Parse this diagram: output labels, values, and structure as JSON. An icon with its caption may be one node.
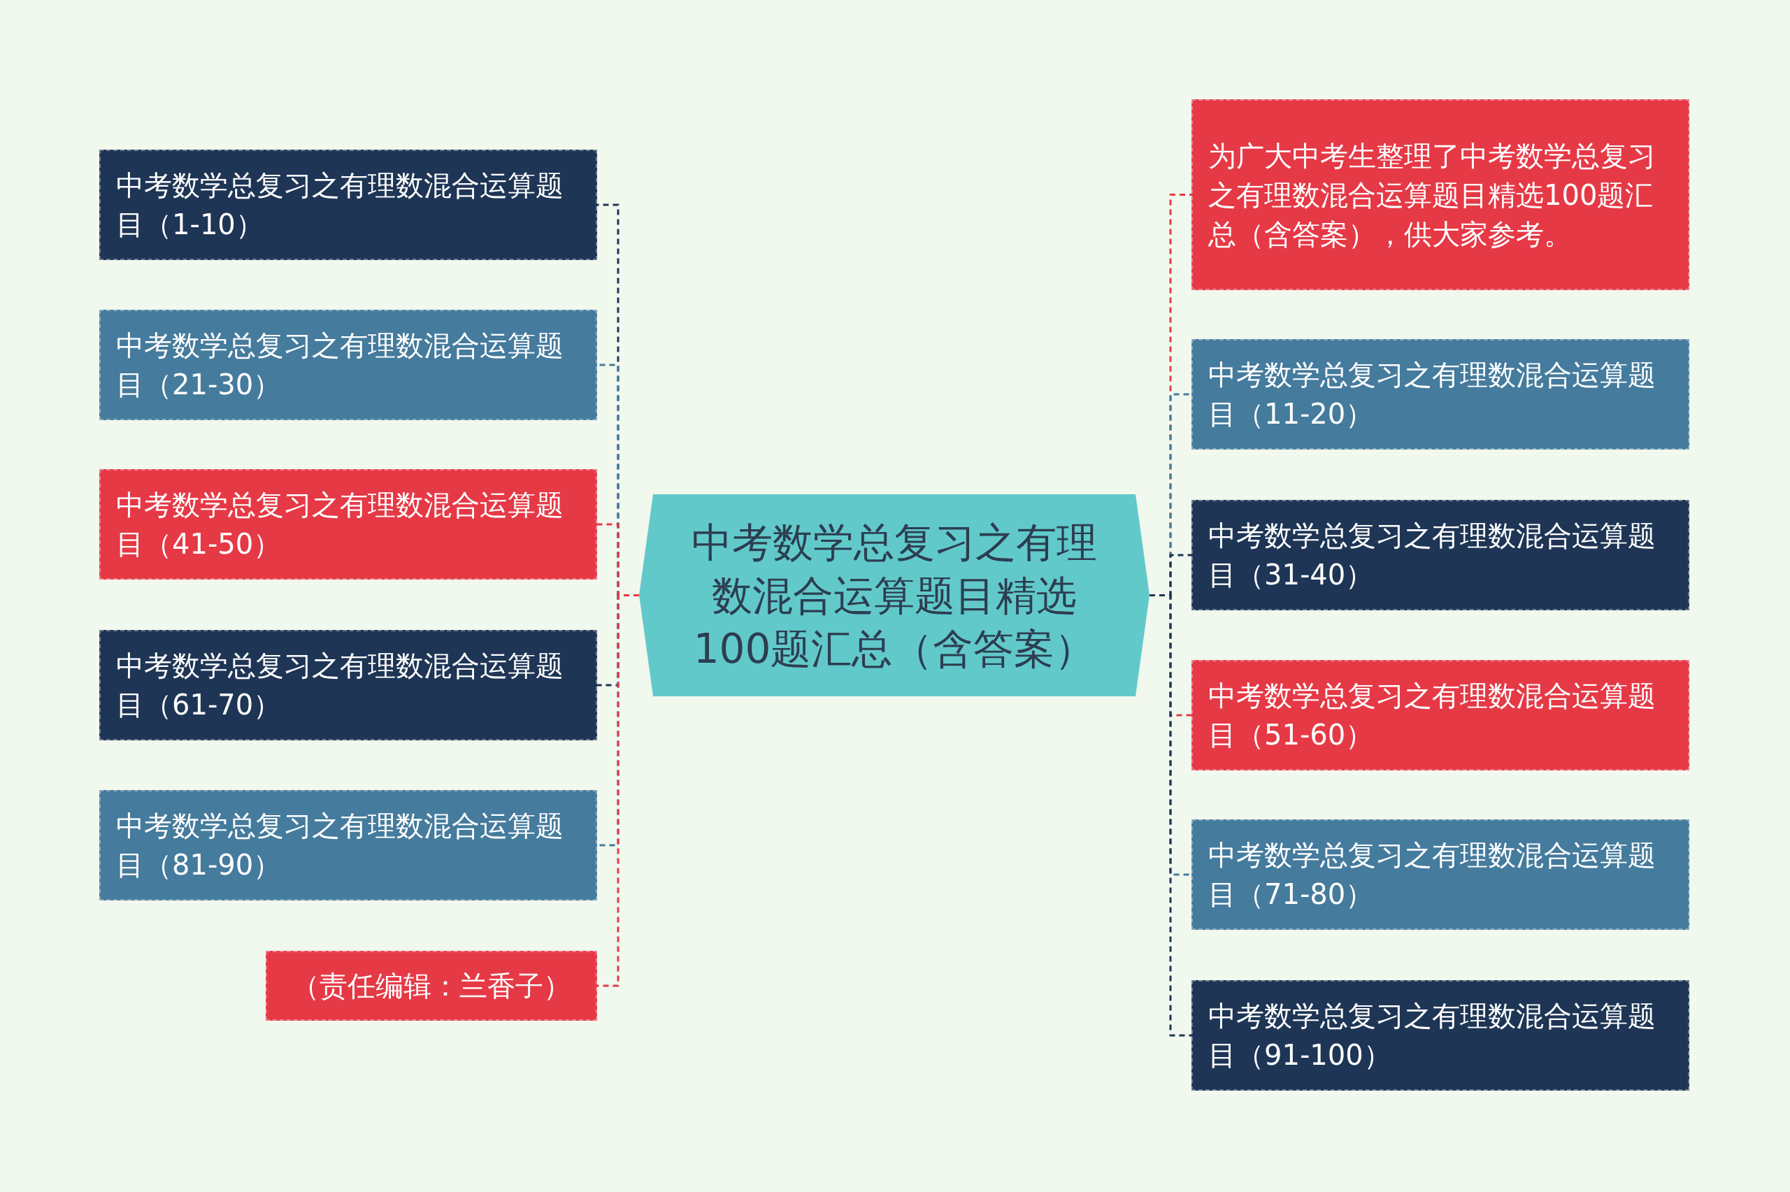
{
  "diagram": {
    "nodes": [
      {
        "text": [
          "中考数学总复习之有理数混合运算题目精选100题汇总（含答案）"
        ]
      },
      {
        "text": [
          "中考数学总复习之有理数混合运算题目（1-10）"
        ]
      },
      {
        "text": [
          "中考数学总复习之有理数混合运算题目（21-30）"
        ]
      },
      {
        "text": [
          "中考数学总复习之有理数混合运算题目（41-50）"
        ]
      },
      {
        "text": [
          "中考数学总复习之有理数混合运算题目（61-70）"
        ]
      },
      {
        "text": [
          "中考数学总复习之有理数混合运算题目（81-90）"
        ]
      },
      {
        "text": [
          "（责任编辑：兰香子）"
        ]
      },
      {
        "text": [
          "为广大中考生整理了中考数学总复习之有理数混合运算题目精选100题汇总（含答案），供大家参考。"
        ]
      },
      {
        "text": [
          "中考数学总复习之有理数混合运算题目（11-20）"
        ]
      },
      {
        "text": [
          "中考数学总复习之有理数混合运算题目（31-40）"
        ]
      },
      {
        "text": [
          "中考数学总复习之有理数混合运算题目（51-60）"
        ]
      },
      {
        "text": [
          "中考数学总复习之有理数混合运算题目（71-80）"
        ]
      },
      {
        "text": [
          "中考数学总复习之有理数混合运算题目（91-100）"
        ]
      }
    ],
    "edges": [
      {
        "from": 0,
        "to": 1,
        "arrow": "none"
      },
      {
        "from": 0,
        "to": 2,
        "arrow": "none",
        "color": "#457b9d"
      },
      {
        "from": 0,
        "to": 3,
        "arrow": "none",
        "color": "#e63946"
      },
      {
        "from": 0,
        "to": 4,
        "arrow": "none"
      },
      {
        "from": 0,
        "to": 5,
        "arrow": "none",
        "color": "#457b9d"
      },
      {
        "from": 0,
        "to": 6,
        "arrow": "none",
        "color": "#e63946"
      },
      {
        "from": 0,
        "to": 7,
        "arrow": "none",
        "color": "#e63946"
      },
      {
        "from": 0,
        "to": 8,
        "arrow": "none",
        "color": "#457b9d"
      },
      {
        "from": 0,
        "to": 9,
        "arrow": "none"
      },
      {
        "from": 0,
        "to": 10,
        "arrow": "none",
        "color": "#e63946"
      },
      {
        "from": 0,
        "to": 11,
        "arrow": "none",
        "color": "#457b9d"
      },
      {
        "from": 0,
        "to": 12,
        "arrow": "none"
      }
    ]
  }
}
